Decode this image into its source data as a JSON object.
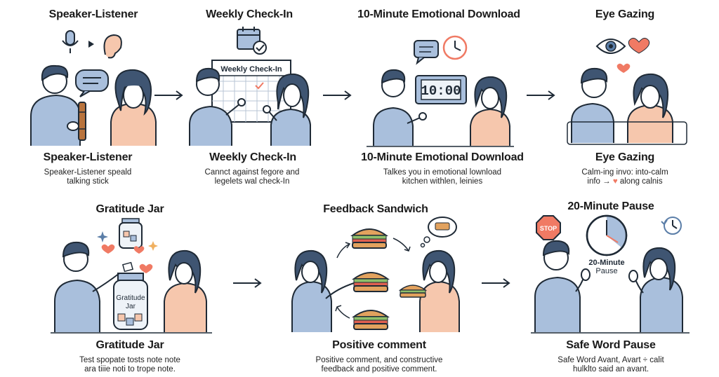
{
  "colors": {
    "outline": "#1f2a36",
    "blue_shirt": "#a9bfdc",
    "peach_shirt": "#f6c7ad",
    "hair": "#3f5572",
    "skin": "#ffffff",
    "heart": "#f07a64",
    "accent_blue": "#5b7ea8"
  },
  "panels": [
    {
      "id": "speaker-listener",
      "title": "Speaker-Listener",
      "label": "Speaker-Listener",
      "desc1": "Speaker-Listener speald",
      "desc2": "talking stick",
      "icons": [
        "microphone-icon",
        "play-arrow-icon",
        "ear-icon",
        "speech-bubble-icon",
        "talking-stick-icon"
      ]
    },
    {
      "id": "weekly-check-in",
      "title": "Weekly Check-In",
      "label": "Weekly Check-In",
      "desc1": "Cannct against fegore and",
      "desc2": "legelets wal check-In",
      "board_text": "Weekly Check-In",
      "icons": [
        "calendar-check-icon",
        "calendar-board-icon"
      ]
    },
    {
      "id": "emotional-download",
      "title": "10-Minute Emotional Download",
      "label": "10-Minute Emotional Download",
      "desc1": "Talkes you in emotional lownload",
      "desc2": "kitchen withlen, leinies",
      "timer_text": "10:00",
      "icons": [
        "speech-bubble-icon",
        "clock-icon",
        "digital-timer-icon"
      ]
    },
    {
      "id": "eye-gazing",
      "title": "Eye Gazing",
      "label": "Eye Gazing",
      "desc1": "Calm-ing invo: into-calm",
      "desc2": "info → ",
      "desc2b": " along calnis",
      "icons": [
        "eye-icon",
        "heart-icon"
      ]
    },
    {
      "id": "gratitude-jar",
      "title": "Gratitude Jar",
      "label": "Gratitude Jar",
      "desc1": "Test spopate tosts note note",
      "desc2": "ara tiiie noti to trope note.",
      "jar_text1": "Gratitude",
      "jar_text2": "Jar",
      "icons": [
        "jar-icon",
        "heart-icon",
        "sparkle-icon",
        "note-icon"
      ]
    },
    {
      "id": "feedback-sandwich",
      "title": "Feedback Sandwich",
      "label": "Positive comment",
      "desc1": "Positive comment, and constructive",
      "desc2": "feedback and positive comment.",
      "icons": [
        "sandwich-icon",
        "thought-bubble-icon",
        "cycle-arrow-icon"
      ]
    },
    {
      "id": "pause",
      "title": "20-Minute Pause",
      "label": "Safe Word Pause",
      "desc1": "Safe Word Avant, Avart ÷ calit",
      "desc2": "hulklto said an avant.",
      "clock_text1": "20-Minute",
      "clock_text2": "Pause",
      "stop_text": "STOP",
      "icons": [
        "stop-sign-icon",
        "clock-icon",
        "refresh-timer-icon"
      ]
    }
  ]
}
